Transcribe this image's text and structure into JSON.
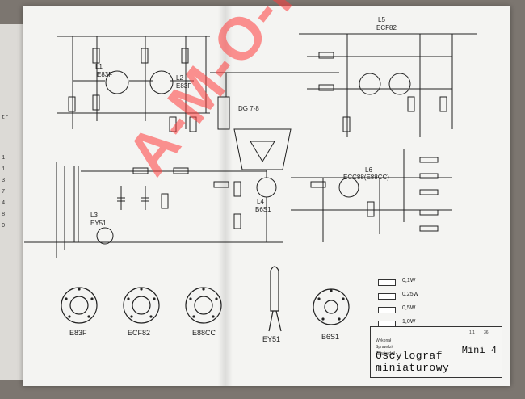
{
  "document": {
    "title": "Oscylograf miniaturowy",
    "model_code": "Mini 4",
    "watermark": "A-M-O-M"
  },
  "prev_page": {
    "header": "tr.",
    "numbers": [
      "1",
      "1",
      "3",
      "7",
      "4",
      "8",
      "0"
    ]
  },
  "tube_labels": {
    "L1": "L1",
    "L1_type": "E83F",
    "L2": "L2",
    "L2_type": "E83F",
    "L3": "L3",
    "L3_type": "EY51",
    "L4": "L4",
    "L4_type": "B6S1",
    "L5": "L5",
    "L5_type": "ECF82",
    "L6": "L6",
    "L6_type": "ECC88(E88CC)",
    "CRT_label": "DG 7-8"
  },
  "socket_labels": [
    "E83F",
    "ECF82",
    "E88CC",
    "EY51",
    "B6S1"
  ],
  "wattage_legend": [
    "0,1W",
    "0,25W",
    "0,5W",
    "1,0W"
  ],
  "title_block_small": {
    "drew": "Wykonał",
    "checked": "Sprawdził",
    "approved": "Zatwierdził",
    "sheet": "1:1",
    "number": "36"
  },
  "colors": {
    "watermark": "#ff3c3c",
    "paper": "#f4f4f2",
    "ink": "#222222"
  }
}
